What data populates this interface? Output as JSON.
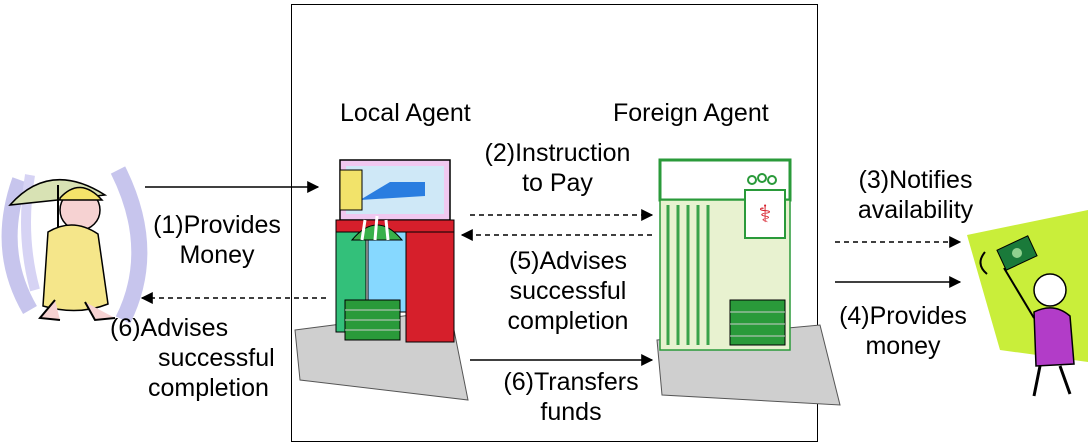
{
  "agents": {
    "local": "Local Agent",
    "foreign": "Foreign Agent"
  },
  "steps": {
    "s1": [
      "(1)Provides",
      "Money"
    ],
    "s2": [
      "(2)Instruction",
      "to Pay"
    ],
    "s3": [
      "(3)Notifies",
      "availability"
    ],
    "s4": [
      "(4)Provides",
      "money"
    ],
    "s5": [
      "(5)Advises",
      "successful",
      "completion"
    ],
    "s6_left": [
      "(6)Advises",
      "successful",
      "completion"
    ],
    "s6_transfer": [
      "(6)Transfers",
      "funds"
    ]
  }
}
